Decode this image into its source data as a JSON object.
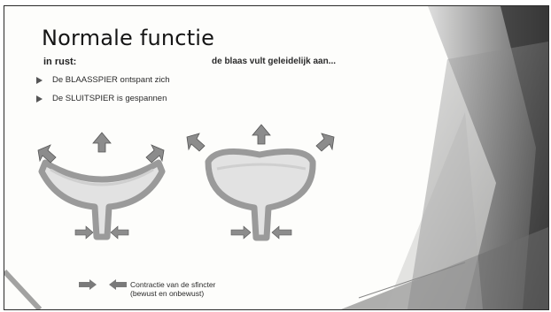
{
  "slide": {
    "title": "Normale functie",
    "subtitle": "in rust:",
    "note": "de blaas vult geleidelijk aan...",
    "bullets": [
      "De BLAASSPIER ontspant zich",
      "De SLUITSPIER is gespannen"
    ],
    "legend": {
      "line1": "Contractie van de sfincter",
      "line2": "(bewust en onbewust)"
    }
  },
  "colors": {
    "bladder_wall": "#a8a8a8",
    "bladder_fill": "#e2e2e2",
    "arrow": "#8c8c8c",
    "background_decor": "#5a5a5a"
  }
}
